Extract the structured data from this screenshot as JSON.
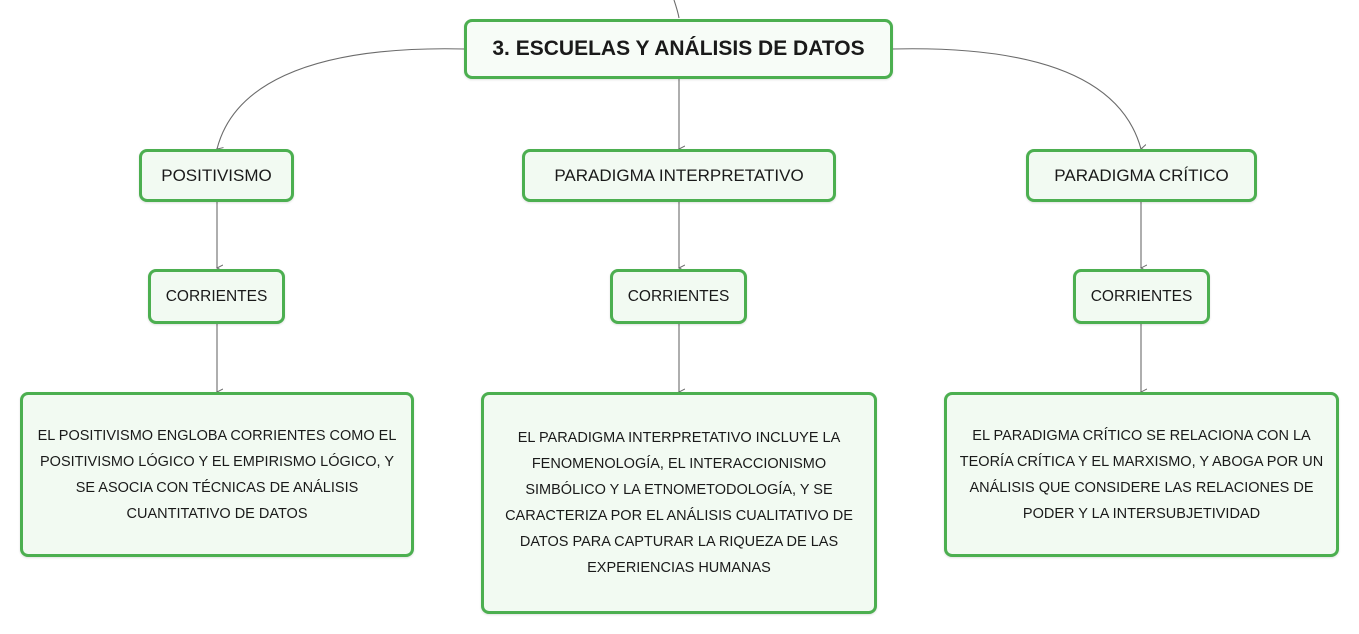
{
  "root": {
    "label": "3. ESCUELAS Y ANÁLISIS DE DATOS"
  },
  "branches": [
    {
      "label": "POSITIVISMO",
      "sublabel": "CORRIENTES",
      "description": "EL POSITIVISMO ENGLOBA CORRIENTES COMO EL POSITIVISMO LÓGICO Y EL EMPIRISMO LÓGICO, Y SE ASOCIA CON TÉCNICAS DE ANÁLISIS CUANTITATIVO DE DATOS"
    },
    {
      "label": "PARADIGMA INTERPRETATIVO",
      "sublabel": "CORRIENTES",
      "description": "EL PARADIGMA INTERPRETATIVO INCLUYE LA FENOMENOLOGÍA, EL INTERACCIONISMO SIMBÓLICO Y LA ETNOMETODOLOGÍA, Y SE CARACTERIZA POR EL ANÁLISIS CUALITATIVO DE DATOS PARA CAPTURAR LA RIQUEZA DE LAS EXPERIENCIAS HUMANAS"
    },
    {
      "label": "PARADIGMA CRÍTICO",
      "sublabel": "CORRIENTES",
      "description": "EL PARADIGMA CRÍTICO SE RELACIONA CON LA TEORÍA CRÍTICA Y EL MARXISMO, Y ABOGA POR UN ANÁLISIS QUE CONSIDERE LAS RELACIONES DE PODER Y LA INTERSUBJETIVIDAD"
    }
  ],
  "colors": {
    "node_border": "#4caf50",
    "node_fill": "#f2faf2",
    "connector": "#6b6b6b"
  }
}
